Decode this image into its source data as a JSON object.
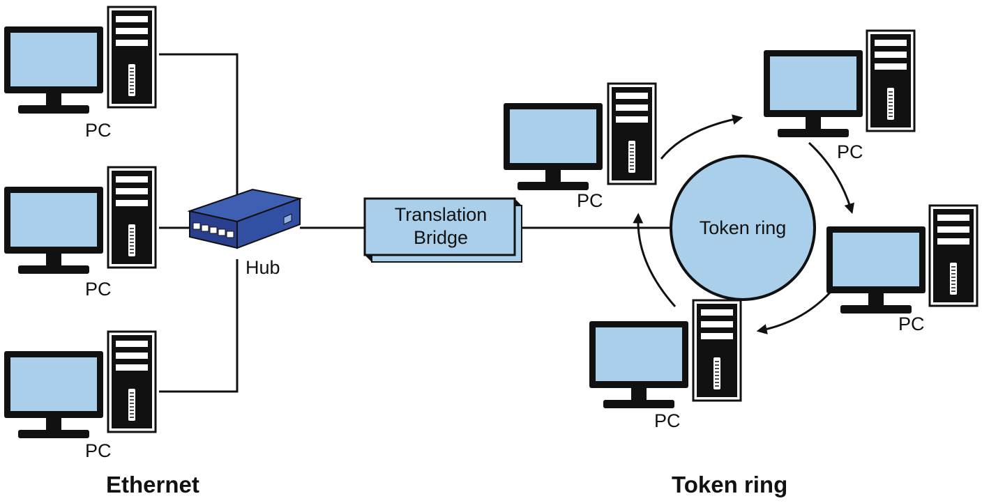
{
  "colors": {
    "screen": "#a9cfea",
    "ring": "#a9cfea",
    "bridge": "#a9cfea",
    "hub_top": "#3e5fb2",
    "hub_body": "#2b3f8f",
    "line": "#111111"
  },
  "ethernet": {
    "title": "Ethernet",
    "pc_labels": [
      "PC",
      "PC",
      "PC"
    ]
  },
  "hub": {
    "label": "Hub",
    "icon": "hub-icon"
  },
  "bridge": {
    "line1": "Translation",
    "line2": "Bridge"
  },
  "token_ring": {
    "title": "Token ring",
    "ring_label": "Token ring",
    "pc_labels": [
      "PC",
      "PC",
      "PC",
      "PC"
    ],
    "flow_direction": "clockwise"
  }
}
